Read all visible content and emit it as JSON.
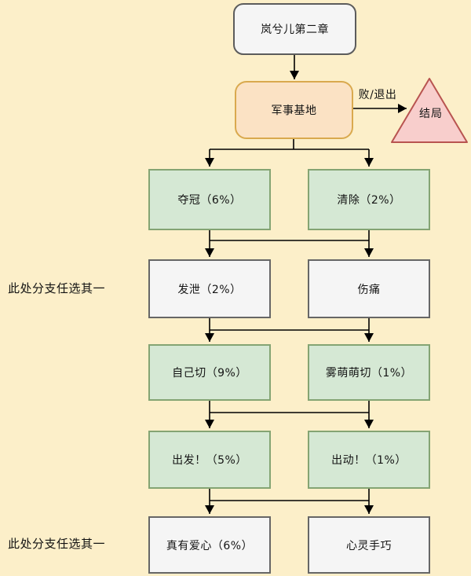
{
  "flowchart": {
    "start": "岚兮儿第二章",
    "base": "军事基地",
    "exit_edge_label": "败/退出",
    "ending": "结局",
    "branch_note": "此处分支任选其一",
    "rows": [
      {
        "left": "夺冠（6%）",
        "right": "清除（2%）",
        "style": "green"
      },
      {
        "left": "发泄（2%）",
        "right": "伤痛",
        "style": "plain"
      },
      {
        "left": "自己切（9%）",
        "right": "雾萌萌切（1%）",
        "style": "green"
      },
      {
        "left": "出发！（5%）",
        "right": "出动！（1%）",
        "style": "green"
      },
      {
        "left": "真有爱心（6%）",
        "right": "心灵手巧",
        "style": "plain"
      }
    ]
  },
  "colors": {
    "background": "#FCEFC9",
    "green_fill": "#D5E8D4",
    "green_stroke": "#84A473",
    "plain_fill": "#F5F5F5",
    "plain_stroke": "#666666",
    "orange_fill": "#FBE2C4",
    "orange_stroke": "#D9A94E",
    "pink_fill": "#F8CECC",
    "pink_stroke": "#B85450",
    "line": "#000000"
  }
}
